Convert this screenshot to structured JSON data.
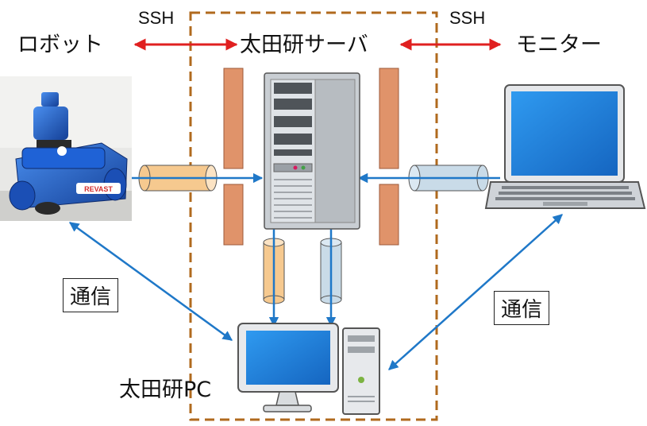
{
  "labels": {
    "robot": "ロボット",
    "server": "太田研サーバ",
    "monitor": "モニター",
    "pc": "太田研PC",
    "ssh_left": "SSH",
    "ssh_right": "SSH",
    "comm_left": "通信",
    "comm_right": "通信",
    "robot_brand": "REVAST"
  },
  "colors": {
    "ssh_arrow": "#e02020",
    "link_arrow": "#1f78c8",
    "boundary": "#b06a1e",
    "firewall": "#e0936a",
    "tube_orange": "#f6c98f",
    "tube_blue": "#c9dbe8",
    "robot_body": "#1c5fcf",
    "screen": "#1e88e5"
  },
  "icons": {
    "robot": "robot-photo",
    "server": "server-tower-icon",
    "laptop": "laptop-icon",
    "desktop": "desktop-pc-icon"
  }
}
